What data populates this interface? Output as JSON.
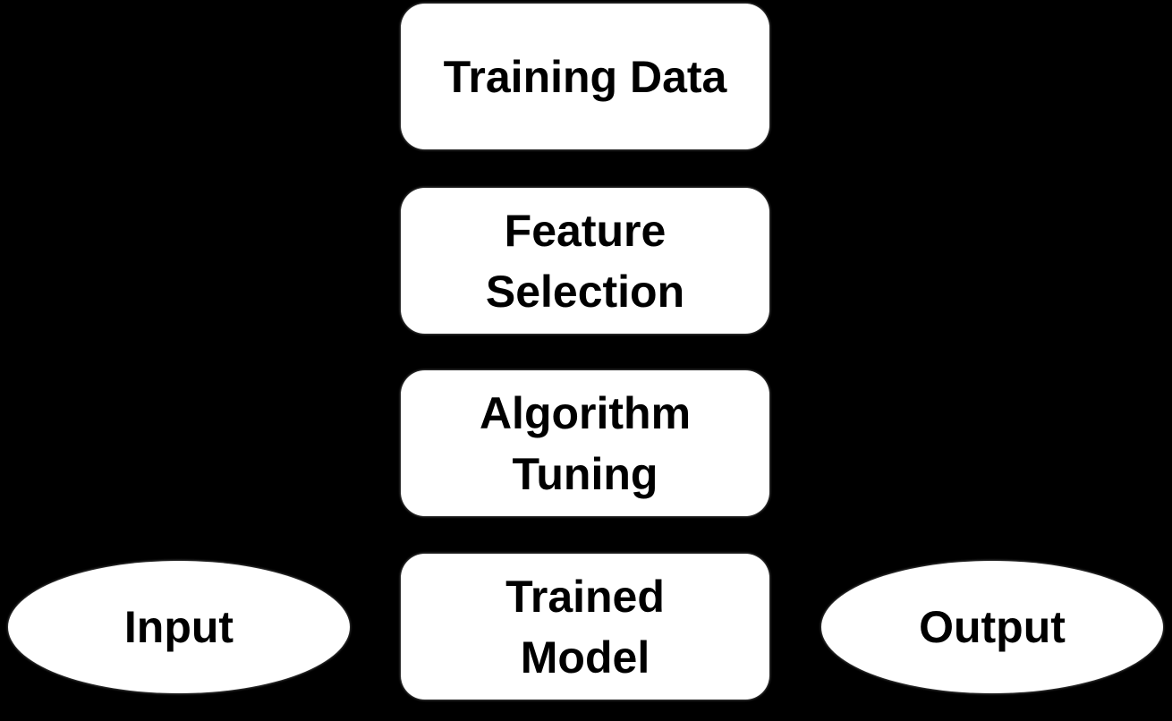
{
  "diagram": {
    "type": "flowchart",
    "colors": {
      "background": "#000000",
      "node_fill": "#ffffff",
      "node_text": "#000000"
    },
    "flow_nodes": [
      {
        "label": "Training Data",
        "shape": "rounded-rectangle"
      },
      {
        "label": "Feature\nSelection",
        "shape": "rounded-rectangle"
      },
      {
        "label": "Algorithm\nTuning",
        "shape": "rounded-rectangle"
      },
      {
        "label": "Trained\nModel",
        "shape": "rounded-rectangle"
      }
    ],
    "side_nodes": [
      {
        "label": "Input",
        "shape": "ellipse",
        "position": "left"
      },
      {
        "label": "Output",
        "shape": "ellipse",
        "position": "right"
      }
    ]
  }
}
